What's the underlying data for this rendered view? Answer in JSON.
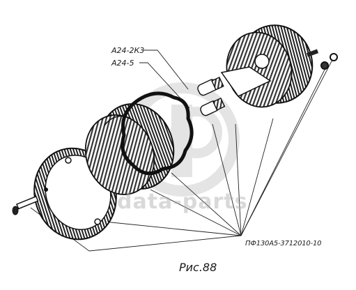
{
  "labels": {
    "lamp_a": "А24-2К3",
    "lamp_b": "А24-5",
    "part_number": "ПФ130А5-3712010-10",
    "figure": "Рис.88"
  },
  "watermark": {
    "text": "data-parts"
  }
}
